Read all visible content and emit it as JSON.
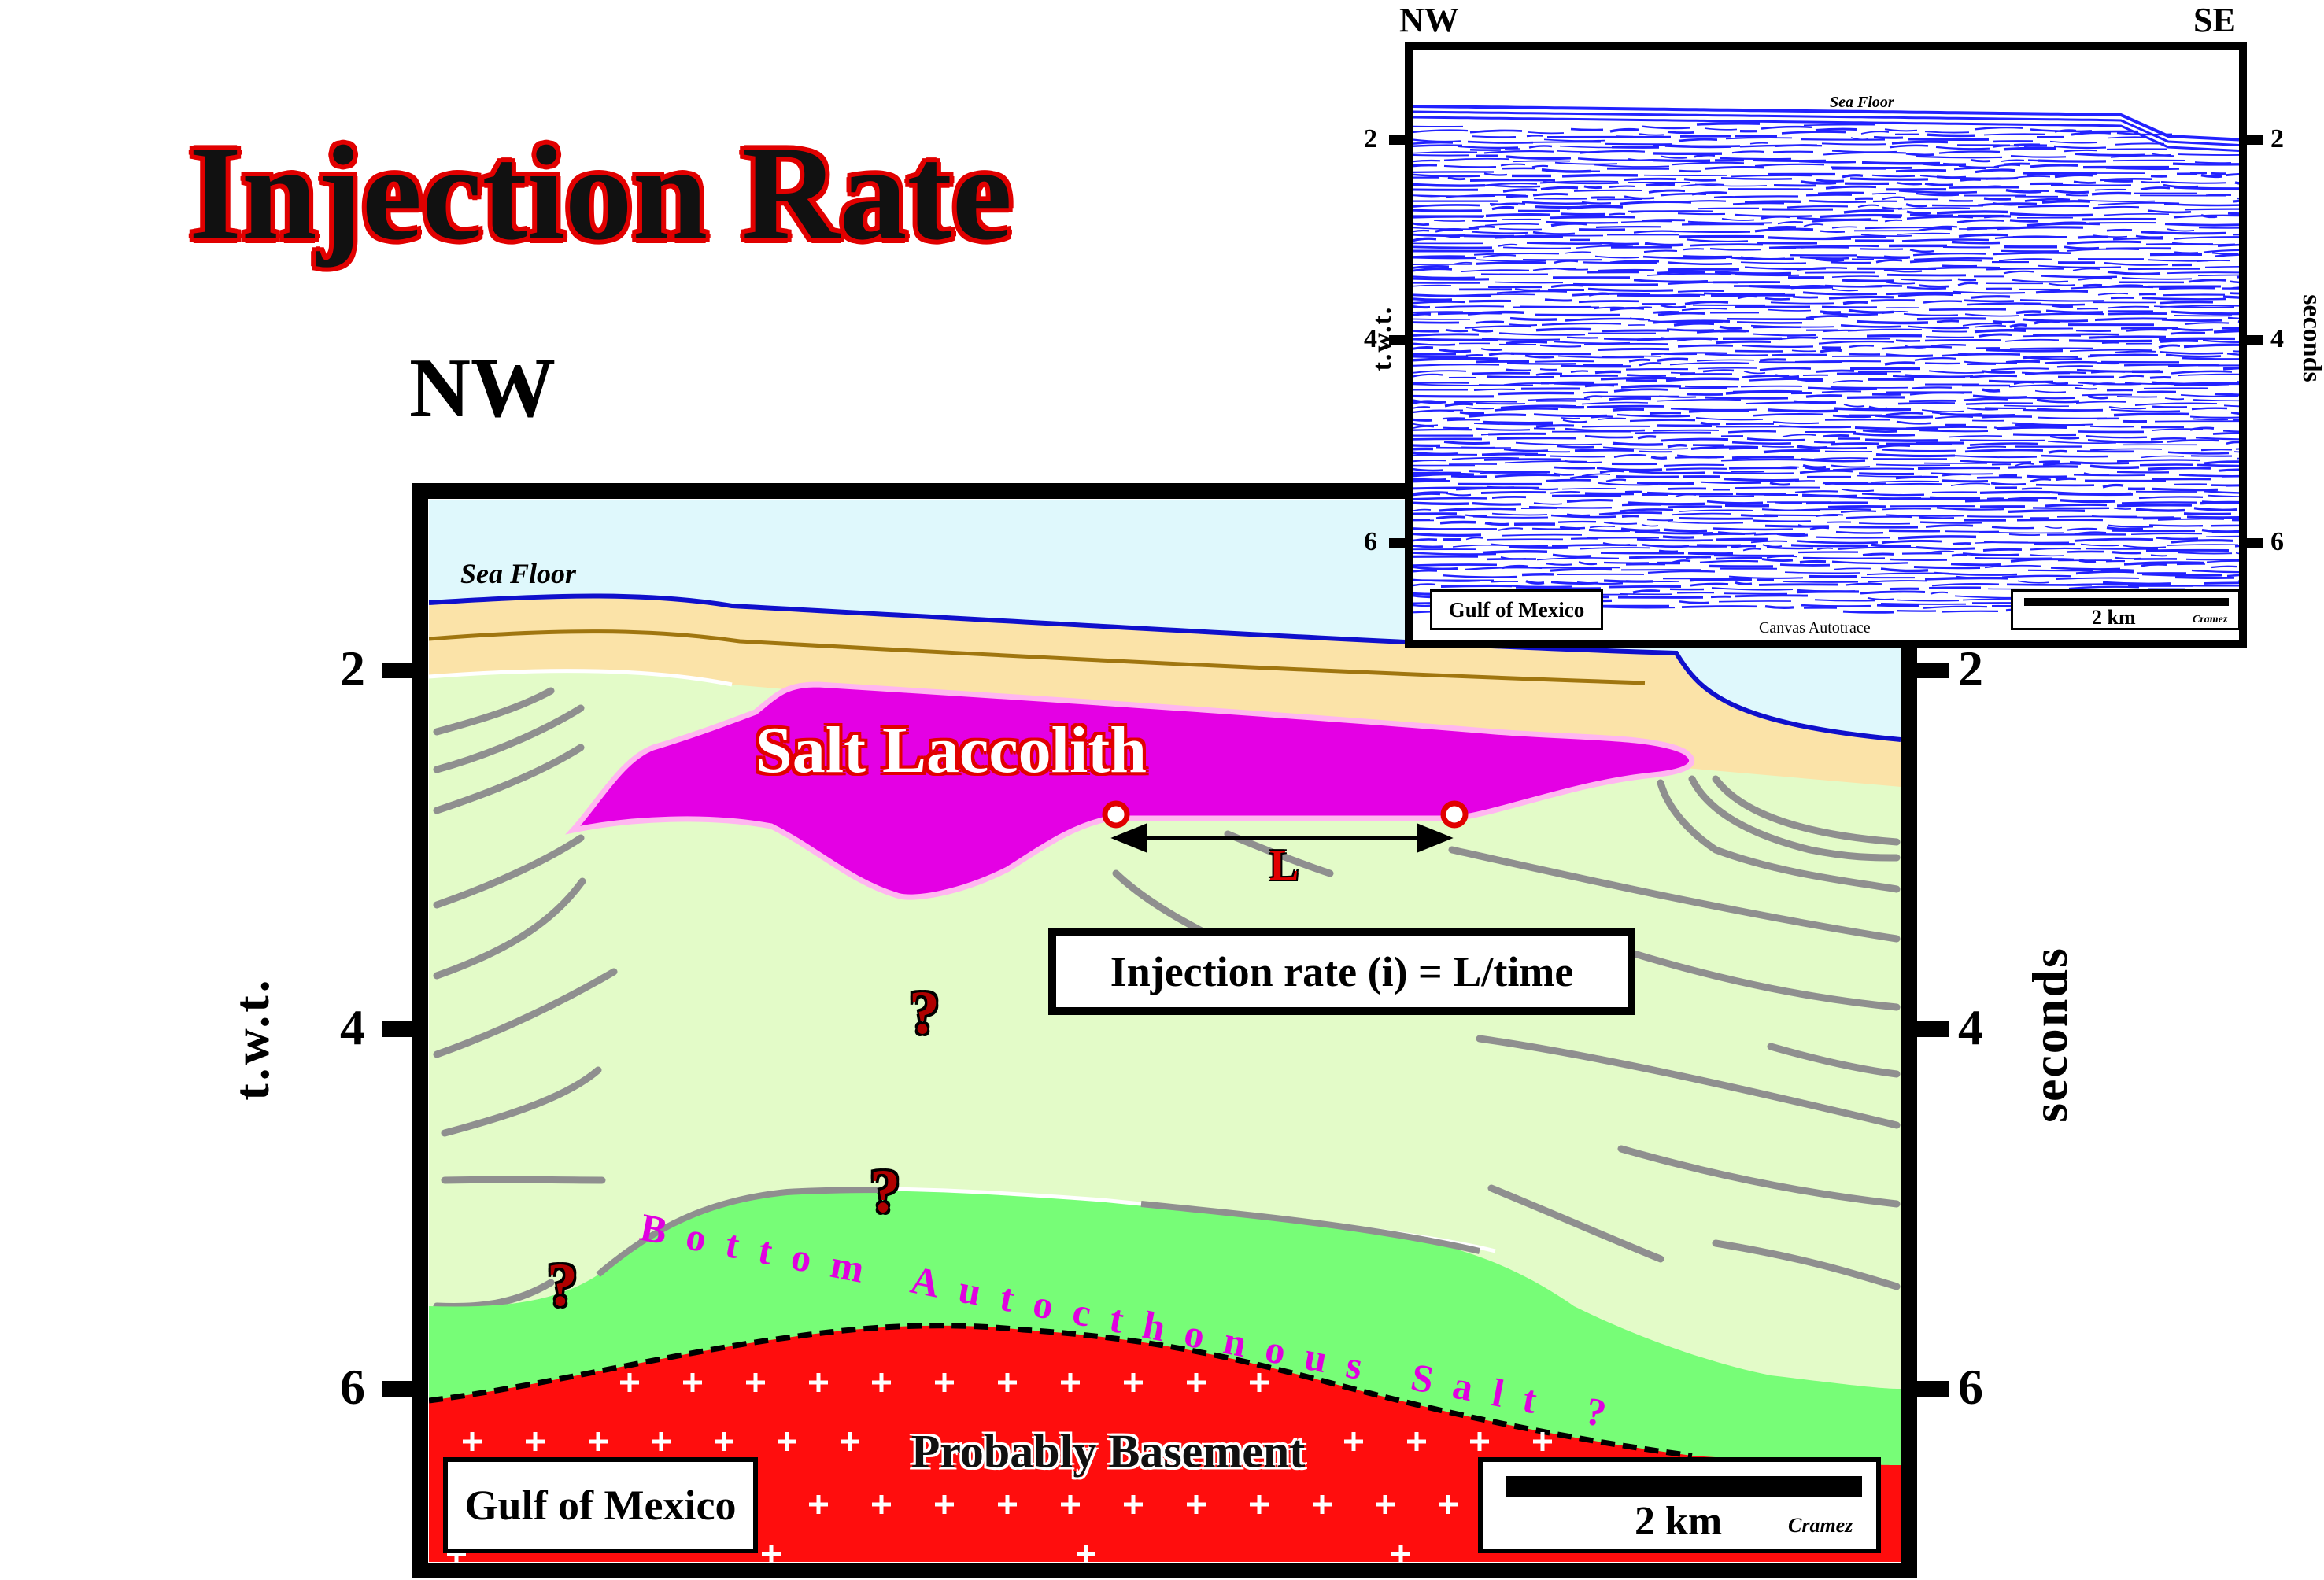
{
  "title": "Injection Rate",
  "main": {
    "direction_left": "NW",
    "axis_left_title": "t.w.t.",
    "axis_right_title": "seconds",
    "ticks": [
      "2",
      "4",
      "6"
    ],
    "sea_floor_label": "Sea Floor",
    "salt_laccolith_label": "Salt Laccolith",
    "l_label": "L",
    "formula": "Injection rate (i) = L/time",
    "question_mark": "?",
    "bottom_salt_label": "Bottom Autocthonous Salt ?",
    "basement_label": "Probably Basement",
    "location_label": "Gulf of Mexico",
    "scale_label": "2 km",
    "credit": "Cramez"
  },
  "inset": {
    "direction_left": "NW",
    "direction_right": "SE",
    "sea_floor_label": "Sea Floor",
    "axis_left_title": "t.w.t.",
    "axis_right_title": "seconds",
    "ticks": [
      "2",
      "4",
      "6"
    ],
    "location_label": "Gulf of Mexico",
    "scale_label": "2 km",
    "credit": "Cramez",
    "processing_credit": "Canvas Autotrace"
  },
  "colors": {
    "sky": "#dff8fc",
    "sediment_top": "#fbe3a8",
    "sediment": "#e3fbc8",
    "salt_laccolith": "#e400e4",
    "autochthonous_salt": "#77fd77",
    "basement": "#ff0d0d",
    "sea_floor_line": "#1010cc",
    "reflector": "#8f8f8f",
    "seismic_trace": "#2222ff"
  }
}
